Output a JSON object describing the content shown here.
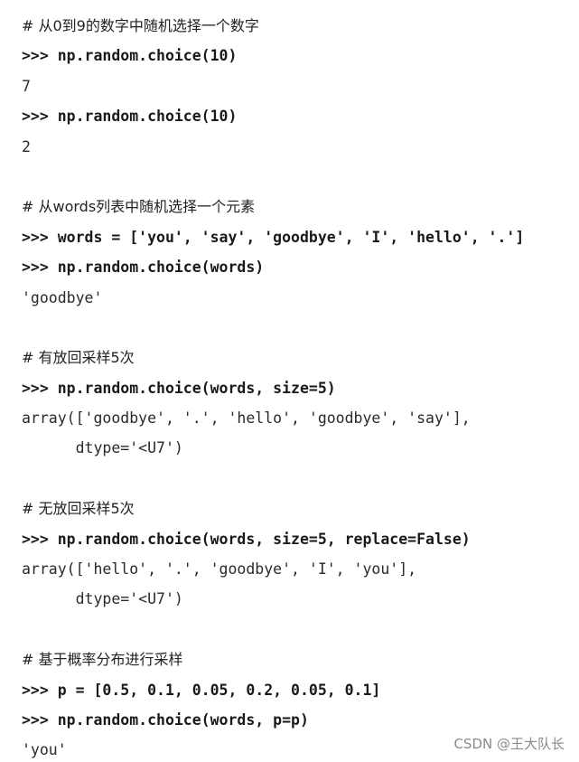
{
  "code": {
    "lines": [
      {
        "kind": "comment",
        "text": "# 从0到9的数字中随机选择一个数字"
      },
      {
        "kind": "prompt",
        "text": ">>> np.random.choice(10)"
      },
      {
        "kind": "output",
        "text": "7"
      },
      {
        "kind": "prompt",
        "text": ">>> np.random.choice(10)"
      },
      {
        "kind": "output",
        "text": "2"
      },
      {
        "kind": "blank",
        "text": ""
      },
      {
        "kind": "comment",
        "text": "# 从words列表中随机选择一个元素"
      },
      {
        "kind": "prompt",
        "text": ">>> words = ['you', 'say', 'goodbye', 'I', 'hello', '.']"
      },
      {
        "kind": "prompt",
        "text": ">>> np.random.choice(words)"
      },
      {
        "kind": "output",
        "text": "'goodbye'"
      },
      {
        "kind": "blank",
        "text": ""
      },
      {
        "kind": "comment",
        "text": "# 有放回采样5次"
      },
      {
        "kind": "prompt",
        "text": ">>> np.random.choice(words, size=5)"
      },
      {
        "kind": "output",
        "text": "array(['goodbye', '.', 'hello', 'goodbye', 'say'],"
      },
      {
        "kind": "output",
        "text": "      dtype='<U7')"
      },
      {
        "kind": "blank",
        "text": ""
      },
      {
        "kind": "comment",
        "text": "# 无放回采样5次"
      },
      {
        "kind": "prompt",
        "text": ">>> np.random.choice(words, size=5, replace=False)"
      },
      {
        "kind": "output",
        "text": "array(['hello', '.', 'goodbye', 'I', 'you'],"
      },
      {
        "kind": "output",
        "text": "      dtype='<U7')"
      },
      {
        "kind": "blank",
        "text": ""
      },
      {
        "kind": "comment",
        "text": "# 基于概率分布进行采样"
      },
      {
        "kind": "prompt",
        "text": ">>> p = [0.5, 0.1, 0.05, 0.2, 0.05, 0.1]"
      },
      {
        "kind": "prompt",
        "text": ">>> np.random.choice(words, p=p)"
      },
      {
        "kind": "output",
        "text": "'you'"
      }
    ]
  },
  "watermark": "CSDN @王大队长"
}
